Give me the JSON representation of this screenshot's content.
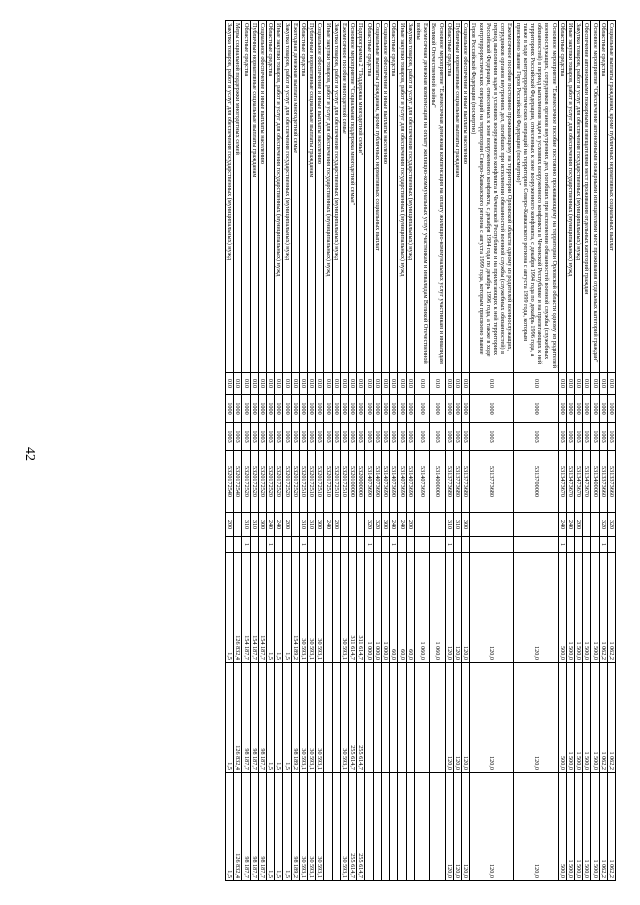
{
  "page_number": "42",
  "rows": [
    [
      "Социальные выплаты гражданам, кроме публичных нормативных социальных выплат",
      "010",
      "1000",
      "1003",
      "5313373660",
      "320",
      "",
      "1 062,2",
      "1 062,2",
      "1 062,2"
    ],
    [
      "Областные средства",
      "010",
      "1000",
      "1003",
      "5313373660",
      "320",
      "1",
      "1 062,2",
      "1 062,2",
      "1 062,2"
    ],
    [
      "Основное мероприятие \"Обеспечение автономными пожарными извещателями мест проживания отдельных категорий граждан\"",
      "010",
      "1000",
      "1003",
      "5313400000",
      "",
      "",
      "1 500,0",
      "1 500,0",
      "1 500,0"
    ],
    [
      "Обеспечение автономными пожарными извещателями мест проживания отдельных категорий граждан",
      "010",
      "1000",
      "1003",
      "5313473670",
      "",
      "",
      "1 500,0",
      "1 500,0",
      "1 500,0"
    ],
    [
      "Закупка товаров, работ и услуг для обеспечения государственных (муниципальных) нужд",
      "010",
      "1000",
      "1003",
      "5313473670",
      "200",
      "",
      "1 500,0",
      "1 500,0",
      "1 500,0"
    ],
    [
      "Иные закупки товаров, работ и услуг для обеспечения государственных (муниципальных) нужд",
      "010",
      "1000",
      "1003",
      "5313473670",
      "240",
      "",
      "1 500,0",
      "1 500,0",
      "1 500,0"
    ],
    [
      "Областные средства",
      "010",
      "1000",
      "1003",
      "5313473670",
      "240",
      "1",
      "500,0",
      "500,0",
      "500,0"
    ],
    [
      "Основное мероприятие \"Ежемесячное пособие постоянно проживающему на территории Орловской области одному из родителей военнослужащих, сотрудников органов внутренних дел, погибших при исполнении обязанностей военной службы (служебных обязанностей) в период выполнения задач в условиях вооруженного конфликта в Чеченской Республике и на прилегающих к ней территориях Российской Федерации, отнесенных к зоне вооруженного конфликта, с декабря 1994 года по декабрь 1996 года, а также в ходе контртеррористических операций на территории Северо-Кавказского региона с августа 1999 года, которым присвоено звание Героя Российской Федерации (посмертно)\"",
      "010",
      "1000",
      "1003",
      "5313700000",
      "",
      "",
      "120,0",
      "120,0",
      "120,0"
    ],
    [
      "Ежемесячное пособие постоянно проживающему на территории Орловской области одному из родителей военнослужащих, сотрудников органов внутренних дел, погибших при исполнении обязанностей военной службы (служебных обязанностей) в период выполнения задач в условиях вооруженного конфликта в Чеченской Республике и на прилегающих к ней территориях Российской Федерации, отнесенных к зоне вооруженного конфликта, с декабря 1994 года по декабрь 1996 года, а также в ходе контртеррористических операций на территории Северо-Кавказского региона с августа 1999 года, которым присвоено звание Героя Российской Федерации (посмертно)",
      "010",
      "1000",
      "1003",
      "5313773680",
      "",
      "",
      "120,0",
      "120,0",
      "120,0"
    ],
    [
      "Социальное обеспечение и иные выплаты населению",
      "010",
      "1000",
      "1003",
      "5313773680",
      "300",
      "",
      "120,0",
      "120,0",
      "120,0"
    ],
    [
      "Публичные нормативные социальные выплаты гражданам",
      "010",
      "1000",
      "1003",
      "5313773680",
      "310",
      "",
      "120,0",
      "120,0",
      "120,0"
    ],
    [
      "Областные средства",
      "010",
      "1000",
      "1003",
      "5313773680",
      "310",
      "1",
      "120,0",
      "120,0",
      "120,0"
    ],
    [
      "Основное мероприятие \"Ежемесячная денежная компенсация на оплату жилищно-коммунальных услуг участникам и инвалидам Великой Отечественной войны\"",
      "010",
      "1000",
      "1003",
      "5314000000",
      "",
      "",
      "1 060,0",
      "",
      ""
    ],
    [
      "Ежемесячная денежная компенсация на оплату жилищно-коммунальных услуг участникам и инвалидам Великой Отечественной войны",
      "010",
      "1000",
      "1003",
      "5314073690",
      "",
      "",
      "1 060,0",
      "",
      ""
    ],
    [
      "Закупка товаров, работ и услуг для обеспечения государственных (муниципальных) нужд",
      "010",
      "1000",
      "1003",
      "5314073690",
      "200",
      "",
      "60,0",
      "",
      ""
    ],
    [
      "Иные закупки товаров, работ и услуг для обеспечения государственных (муниципальных) нужд",
      "010",
      "1000",
      "1003",
      "5314073690",
      "240",
      "",
      "60,0",
      "",
      ""
    ],
    [
      "Областные средства",
      "010",
      "1000",
      "1003",
      "5314073690",
      "240",
      "1",
      "60,0",
      "",
      ""
    ],
    [
      "Социальное обеспечение и иные выплаты населению",
      "010",
      "1000",
      "1003",
      "5314073690",
      "300",
      "",
      "1 000,0",
      "",
      ""
    ],
    [
      "Социальные выплаты гражданам, кроме публичных нормативных социальных выплат",
      "010",
      "1000",
      "1003",
      "5314073690",
      "320",
      "",
      "1 000,0",
      "",
      ""
    ],
    [
      "Областные средства",
      "010",
      "1000",
      "1003",
      "5314073690",
      "320",
      "1",
      "1 000,0",
      "",
      ""
    ],
    [
      "Подпрограмма 2 \"Поддержка многодетной семьи\"",
      "010",
      "1000",
      "1003",
      "5320000000",
      "",
      "",
      "311 614,7",
      "255 614,7",
      "255 614,7"
    ],
    [
      "Основное мероприятие \"Социальная поддержка многодетной семьи\"",
      "010",
      "1000",
      "1003",
      "5320100000",
      "",
      "",
      "311 614,7",
      "255 614,7",
      "255 614,7"
    ],
    [
      "Ежемесячное пособие многодетной семье",
      "010",
      "1000",
      "1003",
      "5320172510",
      "",
      "",
      "30 593,1",
      "30 593,1",
      "30 593,1"
    ],
    [
      "Закупка товаров, работ и услуг для обеспечения государственных (муниципальных) нужд",
      "010",
      "1000",
      "1003",
      "5320172510",
      "200",
      "",
      "",
      "",
      ""
    ],
    [
      "Иные закупки товаров, работ и услуг для обеспечения государственных (муниципальных) нужд",
      "010",
      "1000",
      "1003",
      "5320172510",
      "240",
      "",
      "",
      "",
      ""
    ],
    [
      "Социальное обеспечение и иные выплаты населению",
      "010",
      "1000",
      "1003",
      "5320172510",
      "300",
      "",
      "30 593,1",
      "30 593,1",
      "30 593,1"
    ],
    [
      "Публичные нормативные социальные выплаты гражданам",
      "010",
      "1000",
      "1003",
      "5320172510",
      "310",
      "",
      "30 593,1",
      "30 593,1",
      "30 593,1"
    ],
    [
      "Областные средства",
      "010",
      "1000",
      "1003",
      "5320172510",
      "310",
      "1",
      "30 593,1",
      "30 593,1",
      "30 593,1"
    ],
    [
      "Ежегодная денежная выплата многодетной семье",
      "010",
      "1000",
      "1003",
      "5320172520",
      "",
      "",
      "154 189,2",
      "98 189,2",
      "98 189,2"
    ],
    [
      "Закупка товаров, работ и услуг для обеспечения государственных (муниципальных) нужд",
      "010",
      "1000",
      "1003",
      "5320172520",
      "200",
      "",
      "1,5",
      "1,5",
      "1,5"
    ],
    [
      "Иные закупки товаров, работ и услуг для обеспечения государственных (муниципальных) нужд",
      "010",
      "1000",
      "1003",
      "5320172520",
      "240",
      "",
      "1,5",
      "1,5",
      "1,5"
    ],
    [
      "Областные средства",
      "010",
      "1000",
      "1003",
      "5320172520",
      "240",
      "1",
      "1,5",
      "1,5",
      "1,5"
    ],
    [
      "Социальное обеспечение и иные выплаты населению",
      "010",
      "1000",
      "1003",
      "5320172520",
      "300",
      "",
      "154 187,7",
      "98 187,7",
      "98 187,7"
    ],
    [
      "Публичные нормативные социальные выплаты гражданам",
      "010",
      "1000",
      "1003",
      "5320172520",
      "310",
      "",
      "154 187,7",
      "98 187,7",
      "98 187,7"
    ],
    [
      "Областные средства",
      "010",
      "1000",
      "1003",
      "5320172520",
      "310",
      "1",
      "154 187,7",
      "98 187,7",
      "98 187,7"
    ],
    [
      "Меры социальной поддержки многодетных семей",
      "010",
      "1000",
      "1003",
      "5320172540",
      "",
      "",
      "126 832,4",
      "126 832,4",
      "126 832,4"
    ],
    [
      "Закупка товаров, работ и услуг для обеспечения государственных (муниципальных) нужд",
      "010",
      "1000",
      "1003",
      "5320172540",
      "200",
      "",
      "1,5",
      "1,5",
      "1,5"
    ]
  ]
}
